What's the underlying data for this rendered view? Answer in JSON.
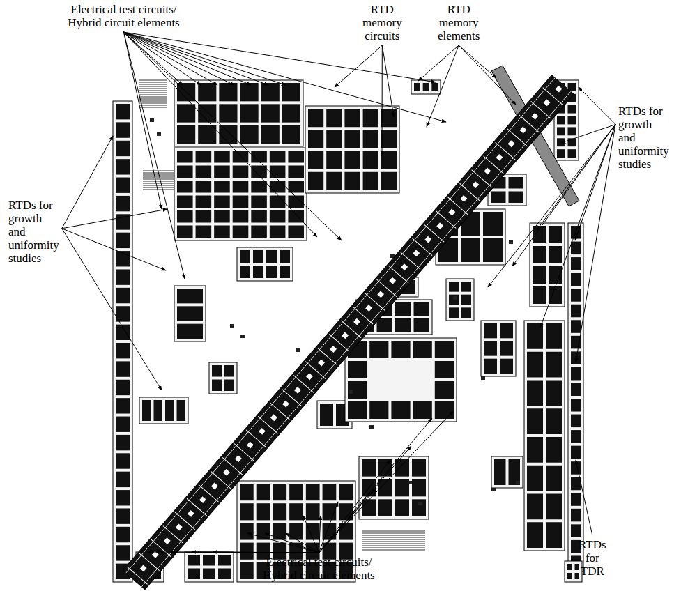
{
  "diagram": {
    "labels": [
      "Electrical test circuits/ Hybrid circuit elements",
      "RTD memory circuits",
      "RTD memory elements",
      "RTDs for growth and uniformity studies",
      "RTDs for growth and uniformity studies",
      "Electrical test circuits/ Hybrid circuit elements",
      "RTDs for TDR"
    ]
  }
}
